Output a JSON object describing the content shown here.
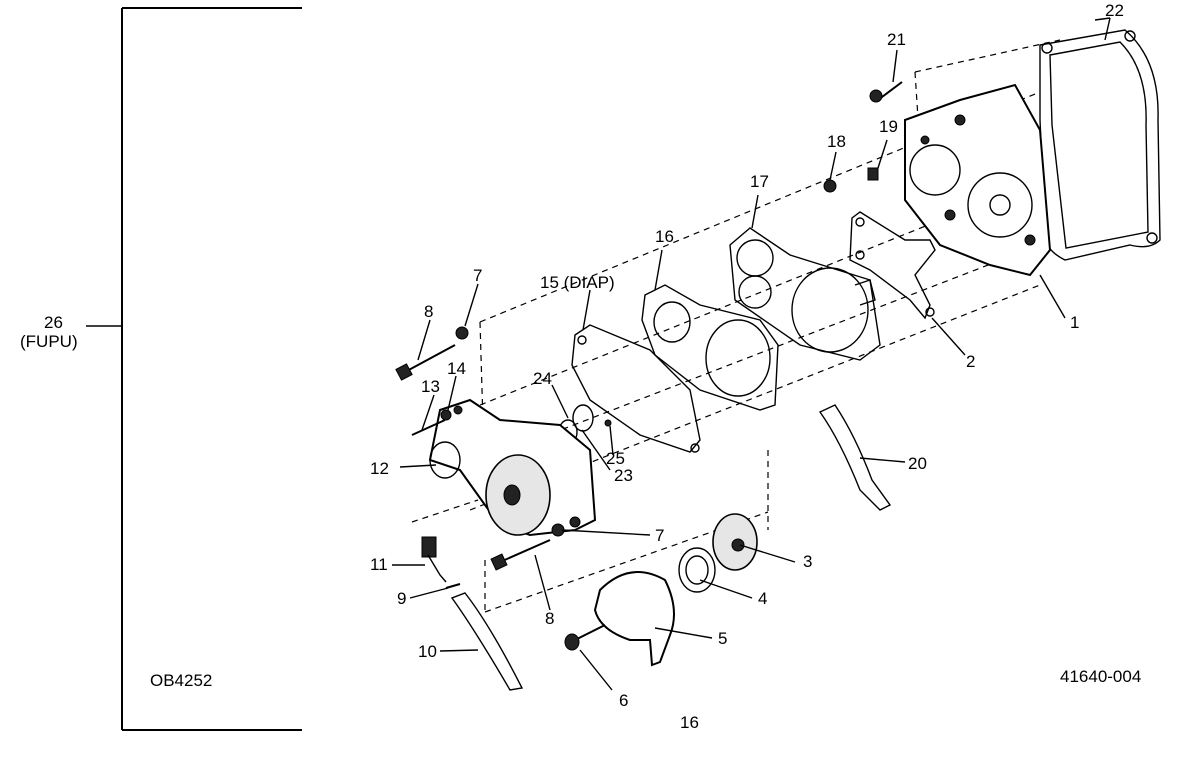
{
  "assembly": {
    "number": "26",
    "name": "(FUPU)"
  },
  "figure_code_left": "OB4252",
  "figure_code_right": "41640-004",
  "page_number": "16",
  "callouts": {
    "c1": "1",
    "c2": "2",
    "c3": "3",
    "c4": "4",
    "c5": "5",
    "c6": "6",
    "c7a": "7",
    "c7b": "7",
    "c8a": "8",
    "c8b": "8",
    "c9": "9",
    "c10": "10",
    "c11": "11",
    "c12": "12",
    "c13": "13",
    "c14": "14",
    "c15": "15 (DIAP)",
    "c16": "16",
    "c17": "17",
    "c18": "18",
    "c19": "19",
    "c20": "20",
    "c21": "21",
    "c22": "22",
    "c23": "23",
    "c24": "24",
    "c25": "25"
  }
}
